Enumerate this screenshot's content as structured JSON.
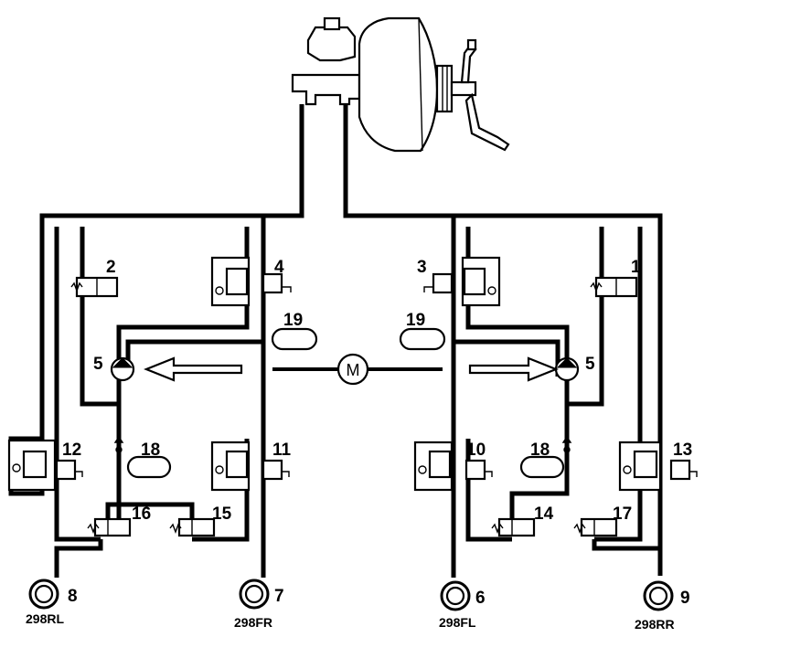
{
  "components": {
    "valve_1": "1",
    "valve_2": "2",
    "valve_3": "3",
    "valve_4": "4",
    "pump_right": "5",
    "pump_left": "5",
    "wheel_6": "6",
    "wheel_7": "7",
    "wheel_8": "8",
    "wheel_9": "9",
    "valve_10": "10",
    "valve_11": "11",
    "valve_12": "12",
    "valve_13": "13",
    "valve_14": "14",
    "valve_15": "15",
    "valve_16": "16",
    "valve_17": "17",
    "accumulator_left": "18",
    "accumulator_right": "18",
    "damper_left": "19",
    "damper_right": "19"
  },
  "motor": {
    "label": "M"
  },
  "wheels": {
    "rl": "298RL",
    "fr": "298FR",
    "fl": "298FL",
    "rr": "298RR"
  }
}
